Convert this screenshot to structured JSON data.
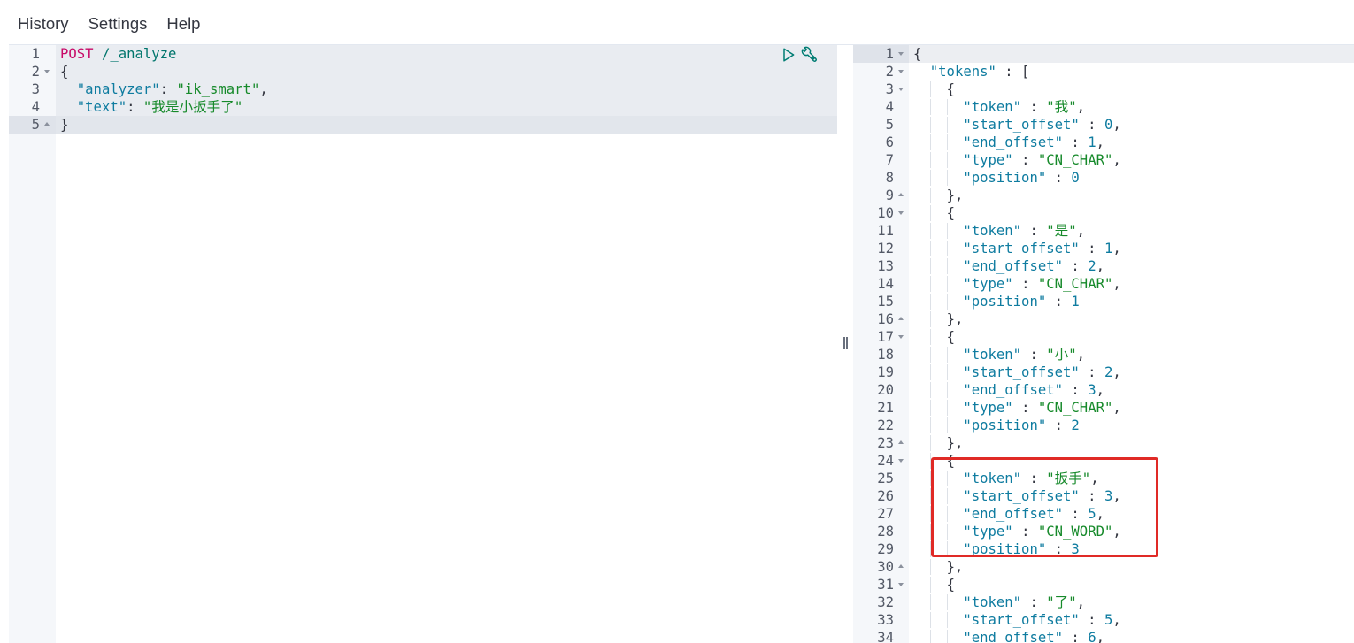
{
  "menu": {
    "items": [
      {
        "label": "History"
      },
      {
        "label": "Settings"
      },
      {
        "label": "Help"
      }
    ]
  },
  "request_editor": {
    "actions": {
      "send_icon": "play-icon",
      "options_icon": "wrench-icon"
    },
    "request_block": [
      1,
      5
    ],
    "cursor_line": 5,
    "lines": [
      {
        "n": "1",
        "text": "POST /_analyze"
      },
      {
        "n": "2",
        "text": "{",
        "fold": "fold-open-icon"
      },
      {
        "n": "3",
        "text": "  \"analyzer\": \"ik_smart\","
      },
      {
        "n": "4",
        "text": "  \"text\": \"我是小扳手了\""
      },
      {
        "n": "5",
        "text": "}",
        "fold": "fold-close-icon"
      }
    ]
  },
  "splitter": {
    "handle_icon": "resize-handle-icon"
  },
  "response_editor": {
    "cursor_line": 1,
    "lines": [
      {
        "n": "1",
        "text": "{",
        "fold": "fold-open-icon"
      },
      {
        "n": "2",
        "text": "  \"tokens\" : [",
        "fold": "fold-open-icon"
      },
      {
        "n": "3",
        "text": "    {",
        "fold": "fold-open-icon"
      },
      {
        "n": "4",
        "text": "      \"token\" : \"我\","
      },
      {
        "n": "5",
        "text": "      \"start_offset\" : 0,"
      },
      {
        "n": "6",
        "text": "      \"end_offset\" : 1,"
      },
      {
        "n": "7",
        "text": "      \"type\" : \"CN_CHAR\","
      },
      {
        "n": "8",
        "text": "      \"position\" : 0"
      },
      {
        "n": "9",
        "text": "    },",
        "fold": "fold-close-icon"
      },
      {
        "n": "10",
        "text": "    {",
        "fold": "fold-open-icon"
      },
      {
        "n": "11",
        "text": "      \"token\" : \"是\","
      },
      {
        "n": "12",
        "text": "      \"start_offset\" : 1,"
      },
      {
        "n": "13",
        "text": "      \"end_offset\" : 2,"
      },
      {
        "n": "14",
        "text": "      \"type\" : \"CN_CHAR\","
      },
      {
        "n": "15",
        "text": "      \"position\" : 1"
      },
      {
        "n": "16",
        "text": "    },",
        "fold": "fold-close-icon"
      },
      {
        "n": "17",
        "text": "    {",
        "fold": "fold-open-icon"
      },
      {
        "n": "18",
        "text": "      \"token\" : \"小\","
      },
      {
        "n": "19",
        "text": "      \"start_offset\" : 2,"
      },
      {
        "n": "20",
        "text": "      \"end_offset\" : 3,"
      },
      {
        "n": "21",
        "text": "      \"type\" : \"CN_CHAR\","
      },
      {
        "n": "22",
        "text": "      \"position\" : 2"
      },
      {
        "n": "23",
        "text": "    },",
        "fold": "fold-close-icon"
      },
      {
        "n": "24",
        "text": "    {",
        "fold": "fold-open-icon"
      },
      {
        "n": "25",
        "text": "      \"token\" : \"扳手\","
      },
      {
        "n": "26",
        "text": "      \"start_offset\" : 3,"
      },
      {
        "n": "27",
        "text": "      \"end_offset\" : 5,"
      },
      {
        "n": "28",
        "text": "      \"type\" : \"CN_WORD\","
      },
      {
        "n": "29",
        "text": "      \"position\" : 3"
      },
      {
        "n": "30",
        "text": "    },",
        "fold": "fold-close-icon"
      },
      {
        "n": "31",
        "text": "    {",
        "fold": "fold-open-icon"
      },
      {
        "n": "32",
        "text": "      \"token\" : \"了\","
      },
      {
        "n": "33",
        "text": "      \"start_offset\" : 5,"
      },
      {
        "n": "34",
        "text": "      \"end_offset\" : 6,"
      }
    ]
  },
  "theme": {
    "method": "#c80a68",
    "url": "#00756c",
    "key": "#0f7ca0",
    "string": "#178a2b",
    "number": "#0f7ca0",
    "punctuation": "#343741",
    "icon": "#017d73",
    "annotation": "#e02a26"
  }
}
